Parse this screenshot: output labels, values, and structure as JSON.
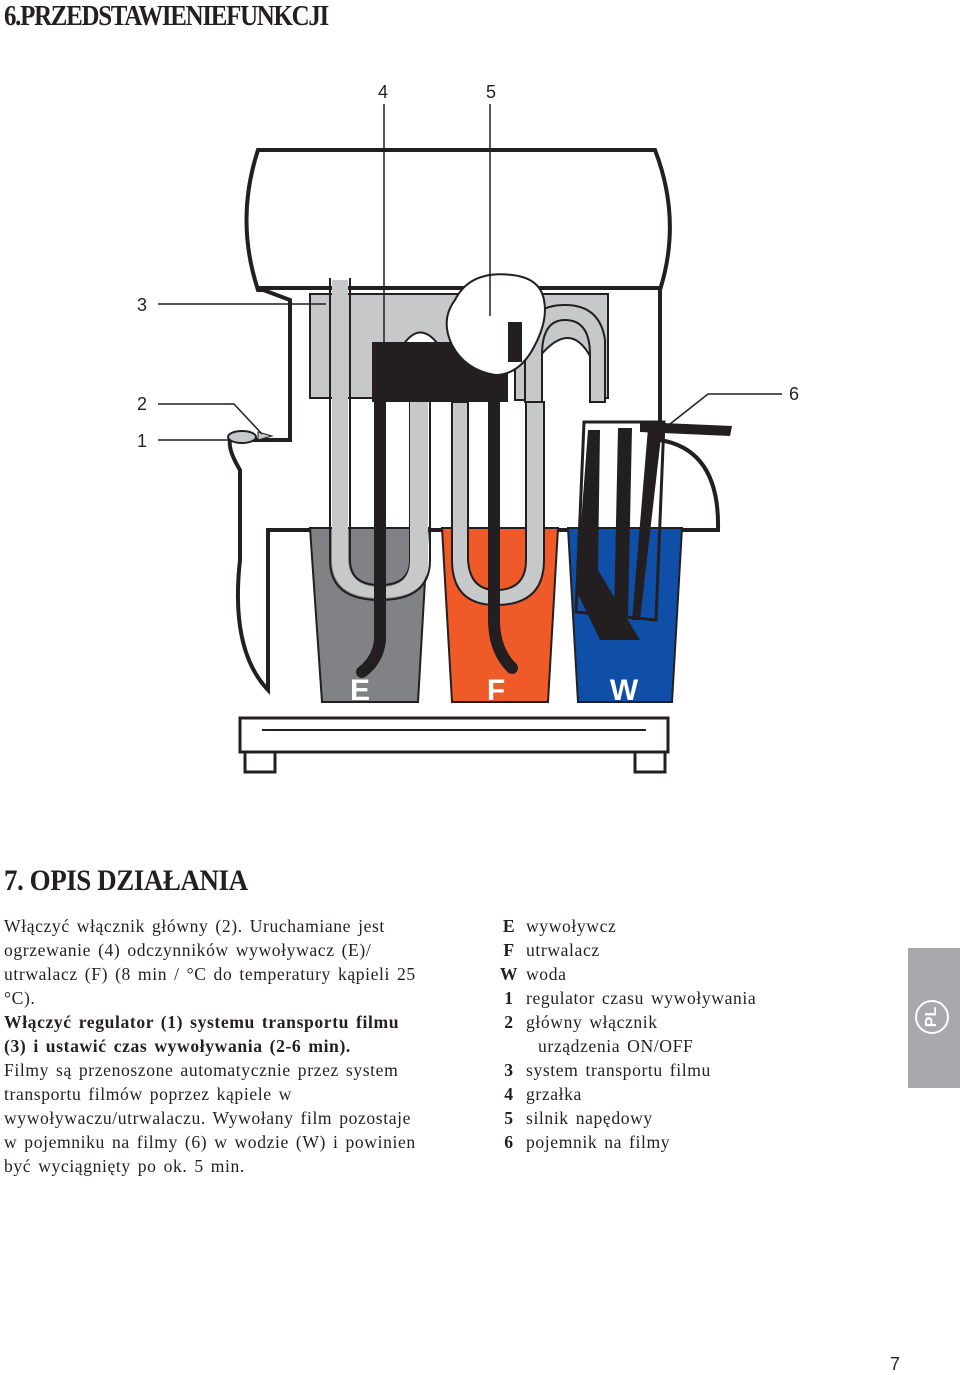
{
  "section6": {
    "title": "6.PRZEDSTAWIENIEFUNKCJI"
  },
  "diagram": {
    "callouts": [
      "4",
      "5",
      "3",
      "2",
      "1",
      "6"
    ],
    "bath_labels": [
      "E",
      "F",
      "W"
    ],
    "colors": {
      "developer": "#808285",
      "fixer": "#f05a28",
      "water": "#0f4fa8",
      "frame": "#c7c8ca",
      "body": "#ffffff",
      "stroke": "#231f20"
    }
  },
  "section7": {
    "title": "7. OPIS DZIAŁANIA",
    "paragraphs": [
      {
        "text": "Włączyć włącznik główny (2). Uruchamiane jest ogrzewanie (4) odczynników wywoływacz (E)/ utrwalacz (F) (8 min / °C do temperatury kąpieli 25 °C).",
        "bold": false
      },
      {
        "text": "Włączyć regulator (1) systemu transportu filmu (3) i ustawić czas wywoływania (2-6 min).",
        "bold": true
      },
      {
        "text": "Filmy są przenoszone automatycznie przez system transportu filmów poprzez kąpiele w wywoływaczu/utrwalaczu. Wywołany film pozostaje w pojemniku na filmy (6) w wodzie (W) i powinien być wyciągnięty po ok. 5 min.",
        "bold": false
      }
    ]
  },
  "legend": [
    {
      "key": "E",
      "label": "wywoływcz"
    },
    {
      "key": "F",
      "label": "utrwalacz"
    },
    {
      "key": "W",
      "label": "woda"
    },
    {
      "key": "1",
      "label": "regulator czasu wywoływania"
    },
    {
      "key": "2",
      "label": "główny włącznik"
    },
    {
      "key": "",
      "label": "urządzenia ON/OFF"
    },
    {
      "key": "3",
      "label": "system transportu filmu"
    },
    {
      "key": "4",
      "label": "grzałka"
    },
    {
      "key": "5",
      "label": "silnik napędowy"
    },
    {
      "key": "6",
      "label": "pojemnik na filmy"
    }
  ],
  "language_tab": "PL",
  "page_number": "7"
}
